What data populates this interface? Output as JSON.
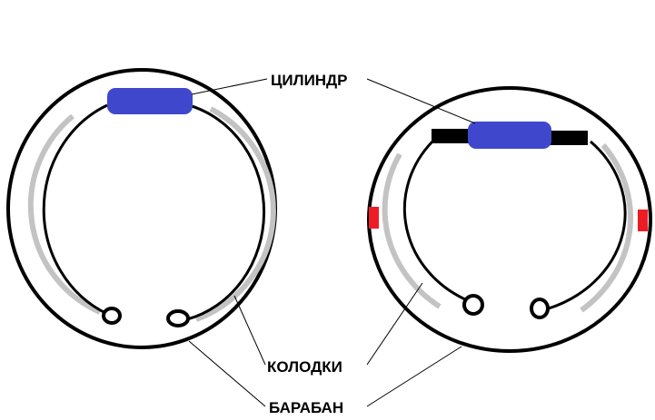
{
  "labels": {
    "cylinder": "ЦИЛИНДР",
    "pads": "КОЛОДКИ",
    "drum": "БАРАБАН"
  },
  "colors": {
    "cylinder": "#3f48cc",
    "pads": "#c3c3c3",
    "outline": "#000000",
    "accent": "#ed1c24"
  }
}
